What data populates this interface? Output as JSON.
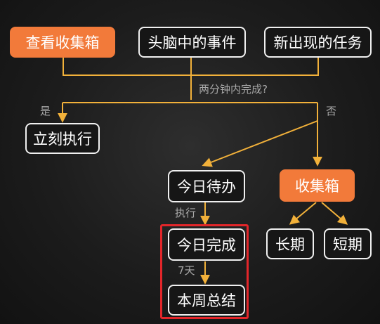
{
  "nodes": {
    "check_inbox": "查看收集箱",
    "mind_events": "头脑中的事件",
    "new_tasks": "新出现的任务",
    "do_now": "立刻执行",
    "today_todo": "今日待办",
    "inbox": "收集箱",
    "today_done": "今日完成",
    "long_term": "长期",
    "short_term": "短期",
    "weekly_summary": "本周总结"
  },
  "labels": {
    "question": "两分钟内完成?",
    "yes": "是",
    "no": "否",
    "execute": "执行",
    "seven_days": "7天"
  },
  "colors": {
    "accent": "#f27a3a",
    "arrow": "#f2b13a",
    "highlight": "#e3262a",
    "node_border": "#f0f0f0"
  }
}
